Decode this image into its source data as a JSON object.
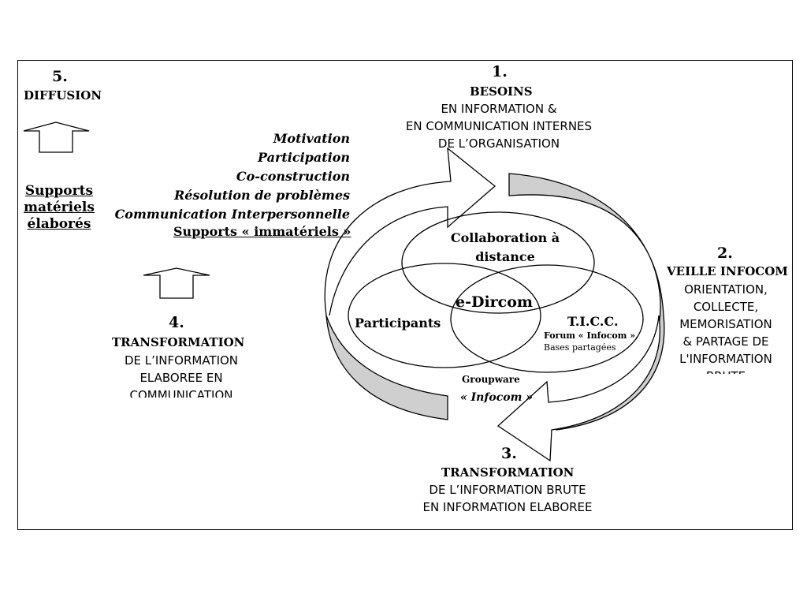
{
  "colors": {
    "ink": "#000000",
    "band": "#cfcfcf",
    "background": "#ffffff"
  },
  "step1": {
    "number": "1",
    "title": "BESOINS",
    "lines": [
      "EN INFORMATION &",
      "EN COMMUNICATION INTERNES",
      "DE L’ORGANISATION"
    ]
  },
  "step2": {
    "number": "2",
    "title": "VEILLE INFOCOM",
    "lines": [
      "ORIENTATION,",
      "COLLECTE,",
      "MEMORISATION",
      "& PARTAGE DE",
      "L'INFORMATION",
      "BRUTE"
    ]
  },
  "step3": {
    "number": "3",
    "title": "TRANSFORMATION",
    "lines": [
      "DE L’INFORMATION BRUTE",
      "EN INFORMATION ELABOREE"
    ]
  },
  "step4": {
    "number": "4",
    "title": "TRANSFORMATION",
    "lines": [
      "DE L’INFORMATION",
      "ELABOREE EN",
      "COMMUNICATION"
    ]
  },
  "step5": {
    "number": "5",
    "title": "DIFFUSION"
  },
  "supports_materiels": [
    "Supports",
    "matériels",
    "élaborés"
  ],
  "italic_list": [
    "Motivation",
    "Participation",
    "Co-construction",
    "Résolution de problèmes",
    "Communication Interpersonnelle"
  ],
  "supports_immateriels": "Supports « immatériels »",
  "venn": {
    "collaboration": [
      "Collaboration à",
      "distance"
    ],
    "participants": "Participants",
    "center": "e-Dircom",
    "ticc": "T.I.C.C.",
    "forum": "Forum « Infocom »,",
    "bases": "Bases partagées",
    "groupware": "Groupware",
    "groupware_name": "« Infocom »"
  }
}
